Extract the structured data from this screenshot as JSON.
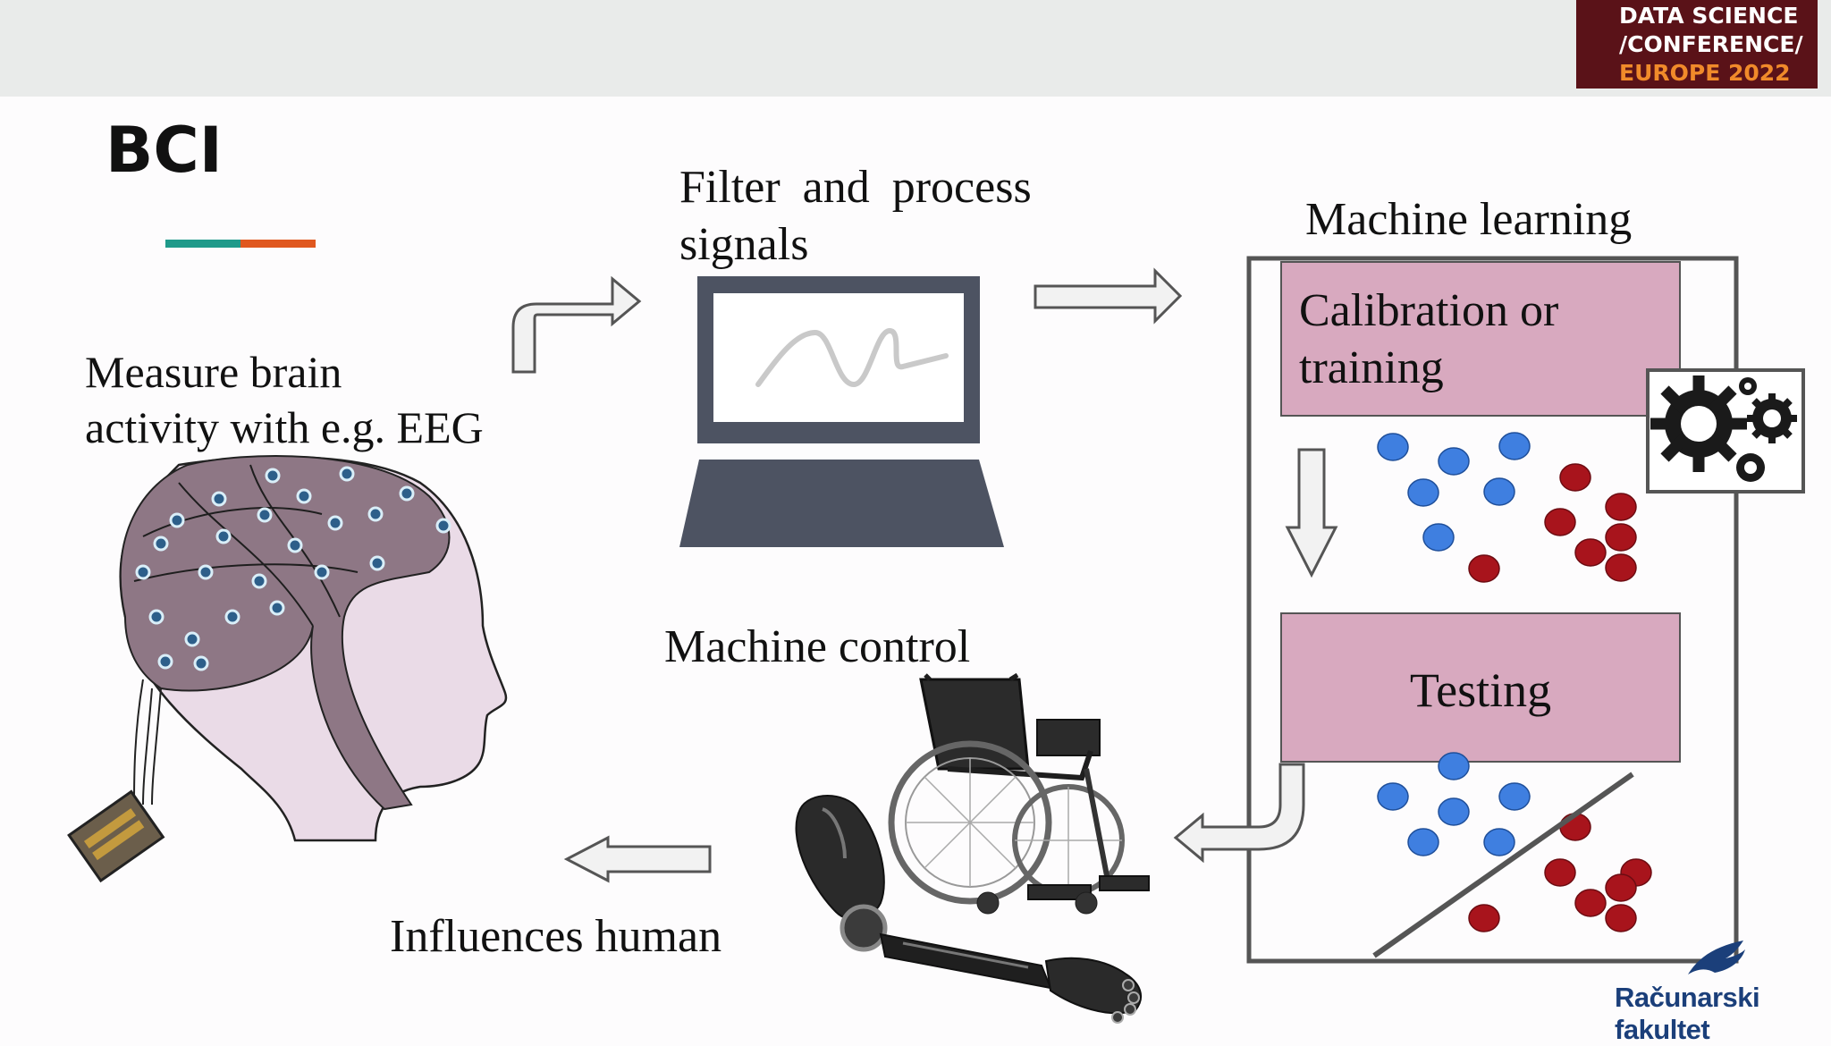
{
  "header": {
    "conference_line1": "DATA SCIENCE",
    "conference_line2": "/CONFERENCE/",
    "conference_line3": "EUROPE 2022",
    "band_color": "#e9ebea",
    "badge_color": "#5a1218",
    "badge_accent": "#f08a2a"
  },
  "slide": {
    "title": "BCI",
    "underline_colors": [
      "#1f9a8a",
      "#e0581f"
    ]
  },
  "steps": {
    "measure": [
      "Measure brain",
      "activity with e.g. EEG"
    ],
    "filter": [
      "Filter and process",
      "signals"
    ],
    "machine_learning": "Machine learning",
    "calibration": [
      "Calibration or",
      "training"
    ],
    "testing": "Testing",
    "machine_control": "Machine control",
    "influences": "Influences human"
  },
  "icons": {
    "eeg": "eeg-cap-head-icon",
    "laptop": "laptop-signal-icon",
    "gears": "gears-icon",
    "wheelchair": "wheelchair-icon",
    "prosthetic": "prosthetic-arm-icon",
    "logo": "faculty-logo-icon"
  },
  "colors": {
    "box_fill": "#d8a9bf",
    "class_a": "#3f7fe0",
    "class_b": "#a8141c",
    "laptop": "#4d5362",
    "arrow_fill": "#f2f2f2",
    "arrow_stroke": "#555555"
  },
  "footer": {
    "logo_text": "Računarski fakultet"
  }
}
